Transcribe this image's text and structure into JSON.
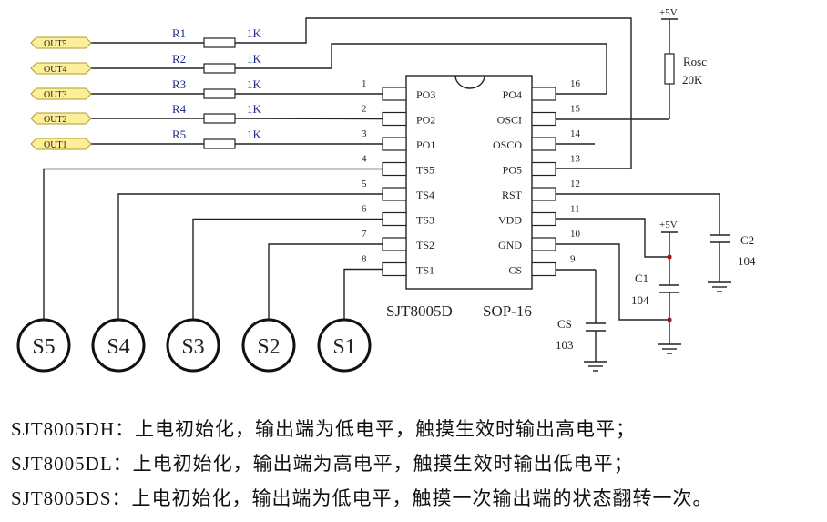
{
  "ports": [
    {
      "label": "OUT5",
      "resistor": "R1",
      "value": "1K"
    },
    {
      "label": "OUT4",
      "resistor": "R2",
      "value": "1K"
    },
    {
      "label": "OUT3",
      "resistor": "R3",
      "value": "1K"
    },
    {
      "label": "OUT2",
      "resistor": "R4",
      "value": "1K"
    },
    {
      "label": "OUT1",
      "resistor": "R5",
      "value": "1K"
    }
  ],
  "chip": {
    "name": "SJT8005D",
    "package": "SOP-16",
    "left_pins": [
      {
        "num": "1",
        "name": "PO3"
      },
      {
        "num": "2",
        "name": "PO2"
      },
      {
        "num": "3",
        "name": "PO1"
      },
      {
        "num": "4",
        "name": "TS5"
      },
      {
        "num": "5",
        "name": "TS4"
      },
      {
        "num": "6",
        "name": "TS3"
      },
      {
        "num": "7",
        "name": "TS2"
      },
      {
        "num": "8",
        "name": "TS1"
      }
    ],
    "right_pins": [
      {
        "num": "16",
        "name": "PO4"
      },
      {
        "num": "15",
        "name": "OSCI"
      },
      {
        "num": "14",
        "name": "OSCO"
      },
      {
        "num": "13",
        "name": "PO5"
      },
      {
        "num": "12",
        "name": "RST"
      },
      {
        "num": "11",
        "name": "VDD"
      },
      {
        "num": "10",
        "name": "GND"
      },
      {
        "num": "9",
        "name": "CS"
      }
    ]
  },
  "rosc": {
    "name": "Rosc",
    "value": "20K",
    "supply": "+5V"
  },
  "c1": {
    "name": "C1",
    "value": "104",
    "supply": "+5V"
  },
  "c2": {
    "name": "C2",
    "value": "104"
  },
  "cs": {
    "name": "CS",
    "value": "103"
  },
  "sensors": [
    "S5",
    "S4",
    "S3",
    "S2",
    "S1"
  ],
  "notes": [
    "SJT8005DH：上电初始化，输出端为低电平，触摸生效时输出高电平；",
    "SJT8005DL：上电初始化，输出端为高电平，触摸生效时输出低电平；",
    "SJT8005DS：上电初始化，输出端为低电平，触摸一次输出端的状态翻转一次。"
  ],
  "colors": {
    "port_fill": "#fbef9a",
    "port_stroke": "#b39a2a",
    "label_blue": "#1e2a8a",
    "junction": "#a01818"
  }
}
